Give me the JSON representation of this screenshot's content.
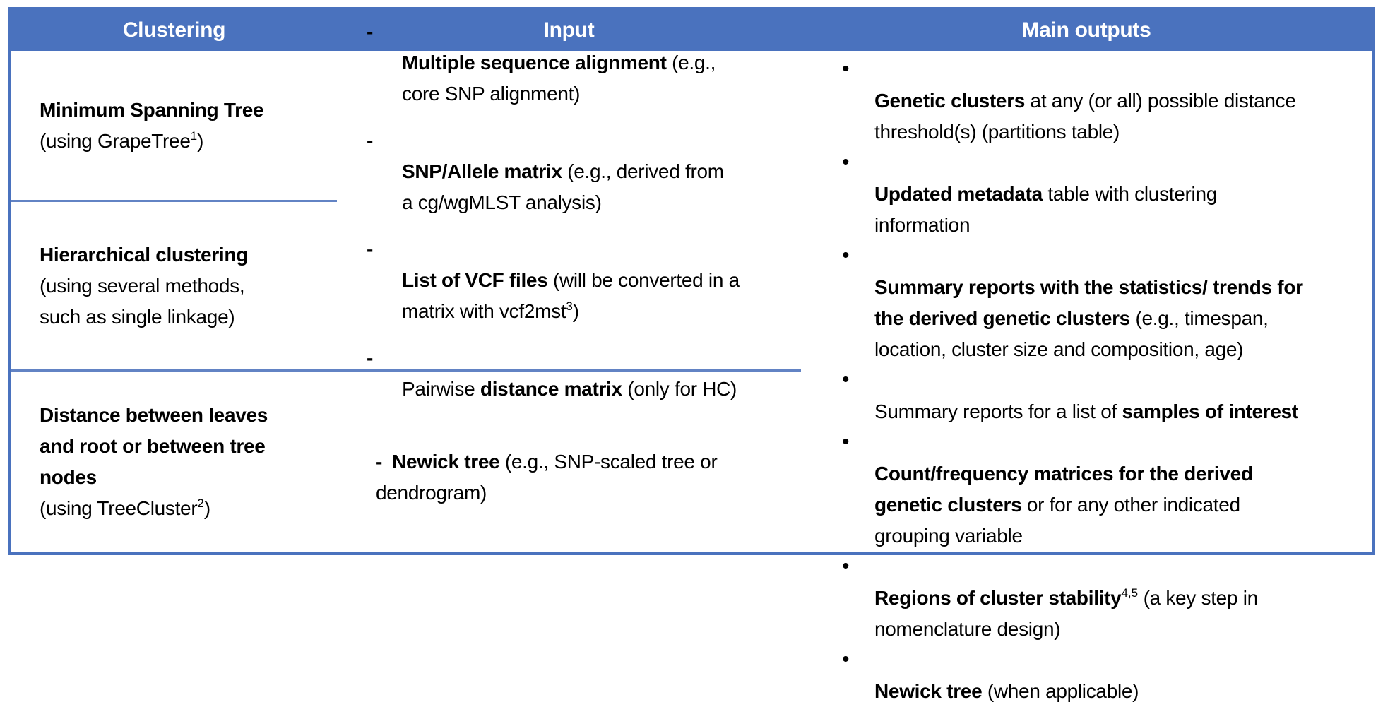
{
  "colors": {
    "header_bg": "#4a72be",
    "header_text": "#ffffff",
    "border": "#4a72be",
    "inner_line": "#6283c4",
    "text": "#000000",
    "page_bg": "#ffffff"
  },
  "table": {
    "headers": [
      {
        "label": "Clustering"
      },
      {
        "label": "Input"
      },
      {
        "label": "Main outputs"
      }
    ],
    "clustering": {
      "rows": [
        {
          "title": "Minimum Spanning Tree",
          "sub": [
            {
              "t": "(using GrapeTree"
            },
            {
              "t": "1",
              "sup": true
            },
            {
              "t": ")"
            }
          ]
        },
        {
          "title": "Hierarchical clustering",
          "sub": [
            {
              "t": "(using several methods,\nsuch as single linkage)"
            }
          ]
        },
        {
          "title": "Distance between leaves\nand root or between tree\nnodes",
          "sub": [
            {
              "t": "(using TreeCluster"
            },
            {
              "t": "2",
              "sup": true
            },
            {
              "t": ")"
            }
          ]
        }
      ]
    },
    "input": {
      "marker": "-",
      "items": [
        {
          "parts": [
            {
              "t": "Multiple sequence alignment",
              "b": true
            },
            {
              "t": " (e.g.,\ncore SNP alignment)"
            }
          ]
        },
        {
          "parts": [
            {
              "t": "SNP/Allele matrix",
              "b": true
            },
            {
              "t": " (e.g., derived from\na cg/wgMLST analysis)"
            }
          ]
        },
        {
          "parts": [
            {
              "t": "List of VCF files",
              "b": true
            },
            {
              "t": " (will be converted in a\nmatrix with vcf2mst"
            },
            {
              "t": "3",
              "sup": true
            },
            {
              "t": ")"
            }
          ]
        },
        {
          "parts": [
            {
              "t": "Pairwise "
            },
            {
              "t": "distance matrix",
              "b": true
            },
            {
              "t": " (only for HC)"
            }
          ]
        }
      ],
      "newick": {
        "parts": [
          {
            "t": "Newick tree",
            "b": true
          },
          {
            "t": " (e.g., SNP-scaled tree or\ndendrogram)"
          }
        ]
      }
    },
    "outputs": {
      "bullet": "•",
      "items": [
        {
          "parts": [
            {
              "t": "Genetic clusters",
              "b": true
            },
            {
              "t": " at any (or all) possible distance\nthreshold(s) (partitions table)"
            }
          ]
        },
        {
          "parts": [
            {
              "t": "Updated metadata",
              "b": true
            },
            {
              "t": " table with clustering\ninformation"
            }
          ]
        },
        {
          "parts": [
            {
              "t": "Summary reports with the statistics/ trends for\nthe derived genetic clusters",
              "b": true
            },
            {
              "t": " (e.g., timespan,\nlocation, cluster size and composition, age)"
            }
          ]
        },
        {
          "parts": [
            {
              "t": "Summary reports for a list of "
            },
            {
              "t": "samples of interest",
              "b": true
            }
          ]
        },
        {
          "parts": [
            {
              "t": "Count/frequency matrices for the derived\ngenetic clusters",
              "b": true
            },
            {
              "t": " or for any other indicated\ngrouping variable"
            }
          ]
        },
        {
          "parts": [
            {
              "t": "Regions of cluster stability",
              "b": true
            },
            {
              "t": "4,5",
              "sup": true
            },
            {
              "t": " (a key step in\nnomenclature design)"
            }
          ]
        },
        {
          "parts": [
            {
              "t": "Newick tree",
              "b": true
            },
            {
              "t": " (when applicable)"
            }
          ]
        }
      ]
    }
  }
}
